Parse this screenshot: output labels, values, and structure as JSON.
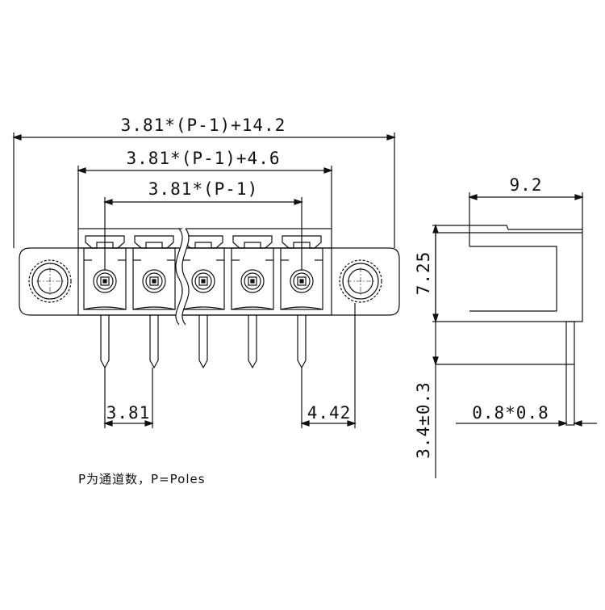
{
  "front_view": {
    "dim_overall": "3.81*(P-1)+14.2",
    "dim_housing": "3.81*(P-1)+4.6",
    "dim_pitch_span": "3.81*(P-1)",
    "dim_pitch": "3.81",
    "dim_end_offset": "4.42",
    "pole_count_shown": 5
  },
  "side_view": {
    "dim_depth": "9.2",
    "dim_height": "7.25",
    "dim_pin_length": "3.4±0.3",
    "dim_pin_section": "0.8*0.8"
  },
  "note": "P为通道数，P=Poles",
  "colors": {
    "line": "#111111",
    "background": "#ffffff"
  }
}
